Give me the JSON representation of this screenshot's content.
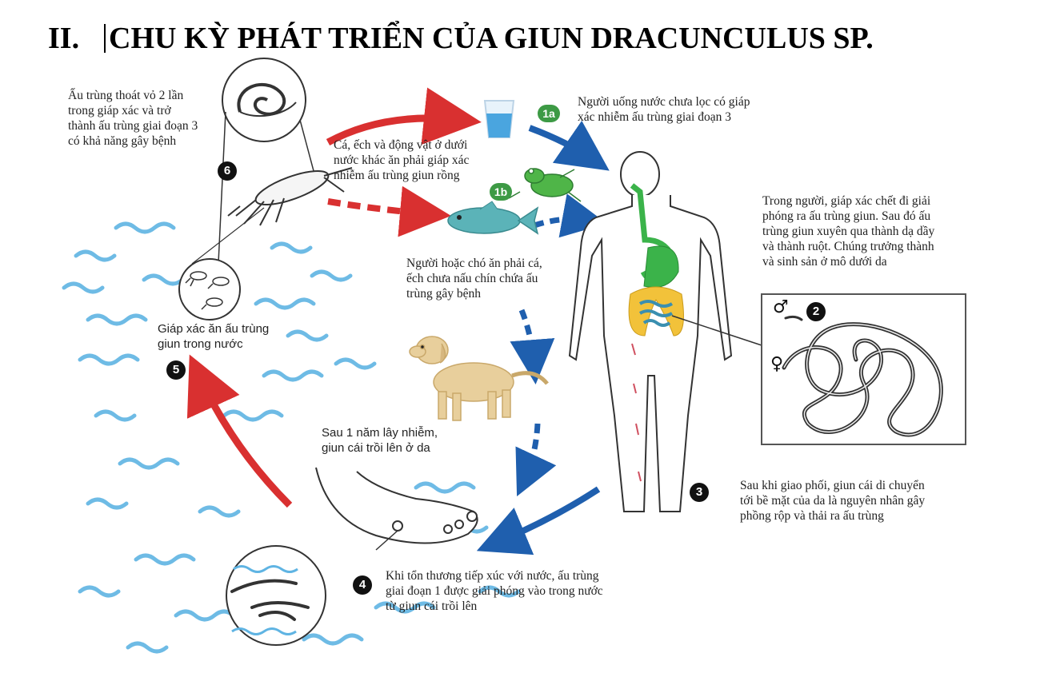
{
  "title": {
    "number": "II.",
    "text": "CHU KỲ PHÁT TRIỂN CỦA GIUN DRACUNCULUS SP."
  },
  "steps": {
    "s6": {
      "badge": "6",
      "text": "Ấu trùng thoát vỏ 2 lần\ntrong giáp xác và trở\nthành ấu trùng giai đoạn 3\ncó khả năng gây bệnh"
    },
    "s1a": {
      "badge": "1a",
      "text": "Người uống nước chưa lọc có giáp\nxác nhiễm ấu trùng giai đoạn 3"
    },
    "s1b": {
      "badge": "1b",
      "text": "Cá, ếch và động vật ở dưới\nnước khác ăn phải giáp xác\nnhiễm ấu trùng giun rồng"
    },
    "s1b_people": {
      "text": "Người hoặc chó ăn phải cá,\nếch chưa nấu chín chứa ấu\ntrùng gây bệnh"
    },
    "s2": {
      "badge": "2",
      "text": "Trong người, giáp xác chết đi giải\nphóng ra ấu trùng giun. Sau đó ấu\ntrùng giun xuyên qua thành dạ dầy\nvà thành ruột. Chúng trưởng thành\nvà sinh sản ở mô dưới da"
    },
    "s5": {
      "badge": "5",
      "text": "Giáp xác ăn ấu trùng\ngiun trong nước"
    },
    "s_year": {
      "text": "Sau 1 năm lây nhiễm,\ngiun cái trồi lên ở da"
    },
    "s3": {
      "badge": "3",
      "text": "Sau khi giao phối, giun cái di chuyển\ntới bề mặt của da là nguyên nhân gây\nphồng rộp và thải ra ấu trùng"
    },
    "s4": {
      "badge": "4",
      "text": "Khi tổn thương tiếp xúc với nước, ấu trùng\ngiai đoạn 1 được giải phóng vào trong nước\ntừ giun cái trồi lên"
    }
  },
  "symbols": {
    "male": "♂",
    "female": "♀"
  },
  "colors": {
    "red_arrow": "#d93030",
    "blue_arrow": "#1f5fae",
    "water": "#5fb4e3",
    "green_badge": "#3d9a45",
    "gut_green": "#3bb34a",
    "gut_yellow": "#f2c23a",
    "fish": "#5bb3b8",
    "frog": "#4fb548",
    "dog": "#e8cf9c"
  },
  "icons": [
    "water-glass-icon",
    "fish-icon",
    "frog-icon",
    "dog-icon",
    "human-figure-icon",
    "crustacean-icon",
    "worm-icon",
    "foot-icon"
  ]
}
